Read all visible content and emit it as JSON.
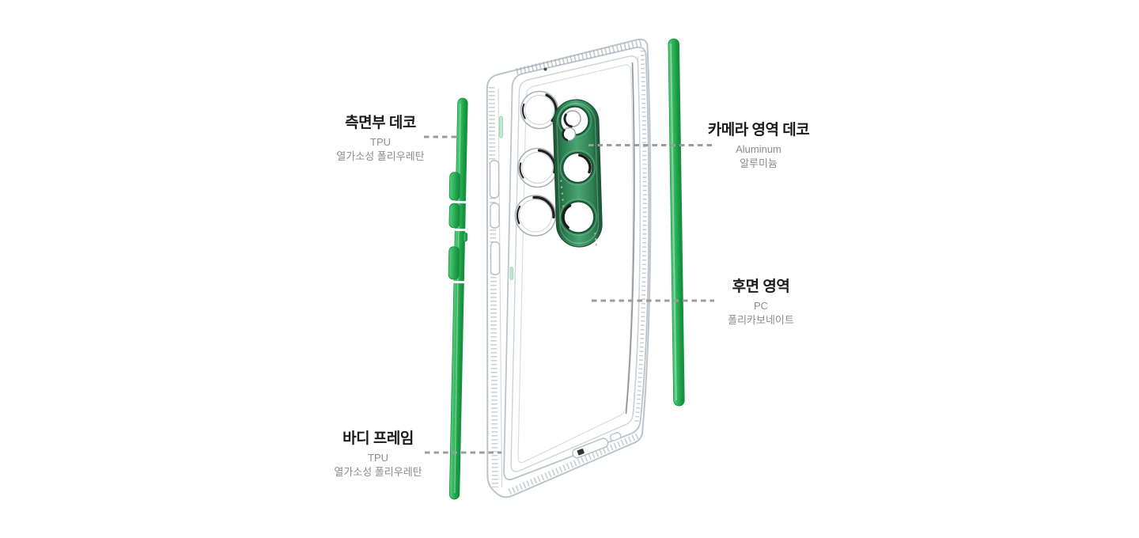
{
  "page": {
    "description": "Exploded diagram of a transparent phone case showing material callouts"
  },
  "colors": {
    "background": "#ffffff",
    "title_text": "#1b1b1b",
    "subtitle_text": "#8c8c8c",
    "dash_gray": "#9c9c9c",
    "strip_green": "#2bb157",
    "strip_green_light": "#58cd7e",
    "strip_green_dark": "#17913f",
    "plate_green": "#2c8152",
    "plate_green_light": "#4aa471",
    "plate_green_dark": "#1a5434",
    "case_line": "#bcc3ca",
    "case_line_dark": "#7d848c",
    "ink": "#222222"
  },
  "diagram": {
    "labels": [
      {
        "id": "side-deco",
        "title": "측면부 데코",
        "material": "TPU",
        "material_native": "열가소성 폴리우레탄"
      },
      {
        "id": "camera-deco",
        "title": "카메라 영역 데코",
        "material": "Aluminum",
        "material_native": "알루미늄"
      },
      {
        "id": "rear-area",
        "title": "후면 영역",
        "material": "PC",
        "material_native": "폴리카보네이트"
      },
      {
        "id": "body-frame",
        "title": "바디 프레임",
        "material": "TPU",
        "material_native": "열가소성 폴리우레탄"
      }
    ],
    "parts": [
      "side-deco-strip",
      "clear-case-body",
      "camera-deco-plate",
      "rear-deco-strip"
    ]
  }
}
